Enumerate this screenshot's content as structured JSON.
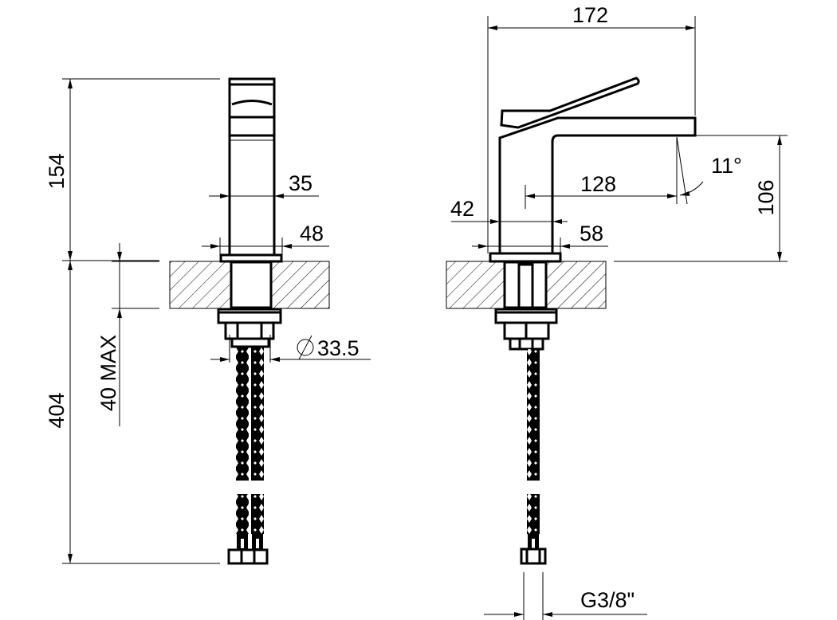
{
  "dimensions": {
    "height_upper": "154",
    "height_total": "404",
    "max_counter_thickness": "40 MAX",
    "body_width": "35",
    "base_width": "48",
    "shank_diameter": "33.5",
    "diameter_symbol": "∅",
    "overall_depth": "172",
    "spout_reach": "128",
    "spout_angle": "11°",
    "spout_height": "106",
    "body_depth": "42",
    "base_depth": "58",
    "connection_thread": "G3/8\""
  },
  "colors": {
    "line": "#000000",
    "background": "#ffffff"
  }
}
